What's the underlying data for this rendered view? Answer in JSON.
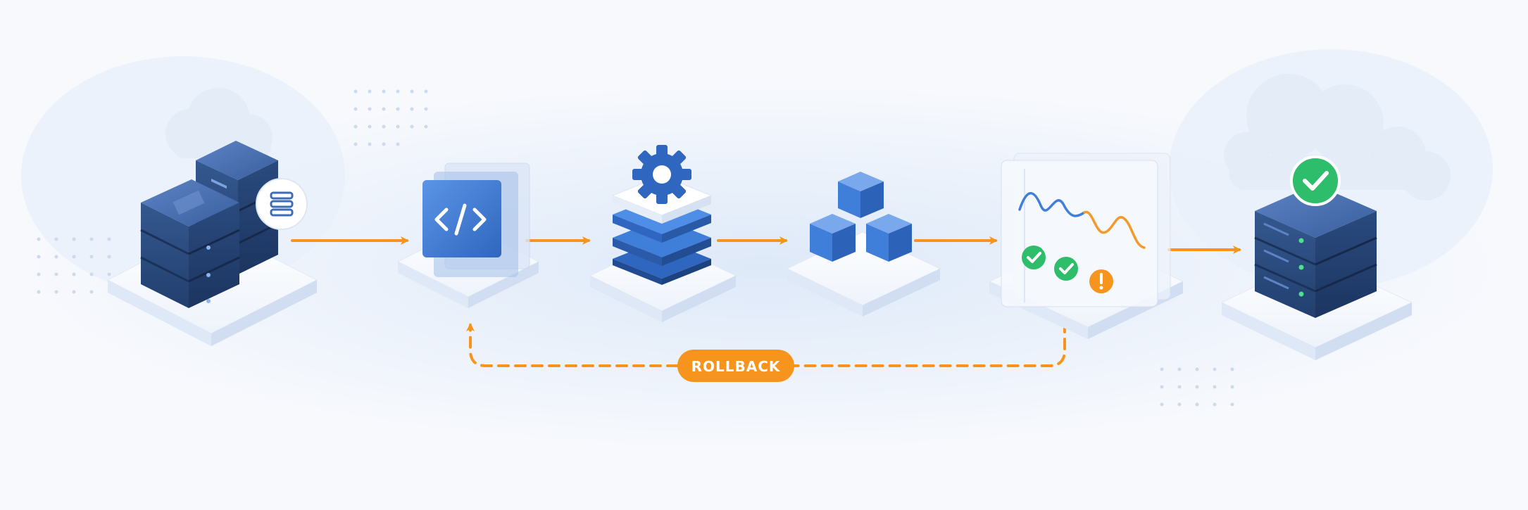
{
  "diagram": {
    "rollback_label": "ROLLBACK",
    "colors": {
      "arrow": "#f7941d",
      "server_dark": "#2d4e86",
      "server_mid": "#3e6db3",
      "accent_blue": "#3f7fd9",
      "platform_top": "#ffffff",
      "platform_side": "#dfe8f6",
      "success": "#2ebd6b",
      "warning": "#f7941d",
      "wave_blue": "#3f7fd9",
      "wave_orange": "#f39a2b",
      "background": "#f7f9fd"
    },
    "stages": [
      {
        "id": "source",
        "icon": "database-icon"
      },
      {
        "id": "code",
        "icon": "code-icon"
      },
      {
        "id": "build",
        "icon": "gear-icon"
      },
      {
        "id": "package",
        "icon": "cube-icon"
      },
      {
        "id": "monitor",
        "icon": "chart-icon"
      },
      {
        "id": "production",
        "icon": "check-icon"
      }
    ]
  }
}
